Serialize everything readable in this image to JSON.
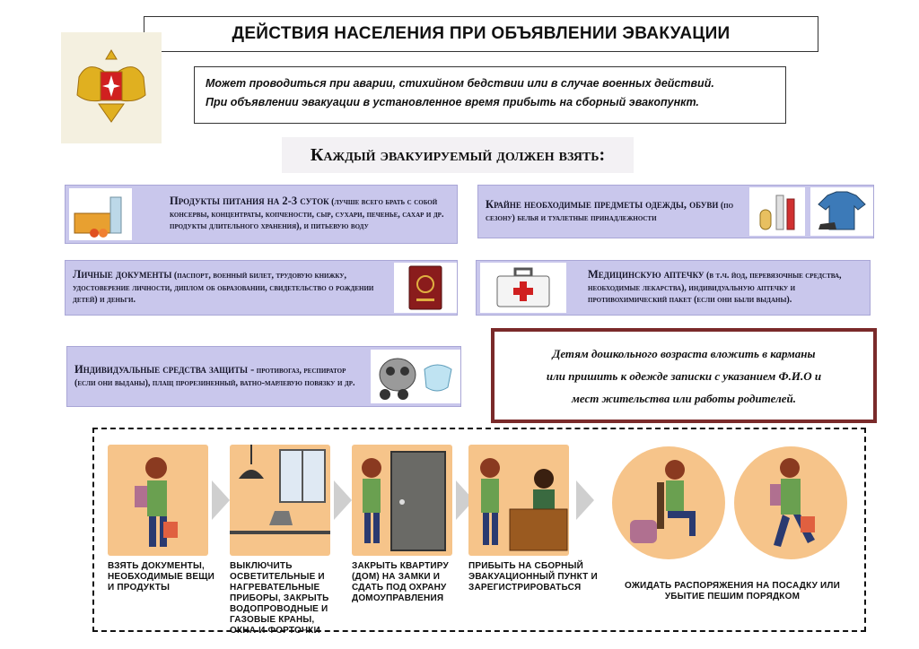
{
  "header": {
    "title": "ДЕЙСТВИЯ НАСЕЛЕНИЯ ПРИ ОБЪЯВЛЕНИИ ЭВАКУАЦИИ",
    "intro_line1": "Может проводиться при аварии, стихийном бедствии или в случае военных действий.",
    "intro_line2": "При объявлении эвакуации в установленное время прибыть на сборный эвакопункт."
  },
  "must_take": "Каждый эвакуируемый должен взять:",
  "items": {
    "food": {
      "lead": "Продукты питания на 2-3 суток",
      "text": "(лучше всего брать с собой консервы, концентраты, копчености, сыр, сухари, печенье, сахар и др. продукты длительного хранения), и питьевую воду"
    },
    "clothes": {
      "lead": "Крайне необходимые предметы одежды, обуви",
      "text": "(по сезону) белья и туалетные принадлежности"
    },
    "documents": {
      "lead": "Личные документы",
      "text": "(паспорт, военный билет, трудовую книжку, удостоверение личности, диплом об образовании, свидетельство о рождении детей) и деньги."
    },
    "medkit": {
      "lead": "Медицинскую аптечку",
      "text": "(в т.ч. йод, перевязочные средства, необходимые лекарства), индивидуальную аптечку и противохимический пакет (если они были выданы)."
    },
    "protection": {
      "lead": "Индивидуальные средства защиты -",
      "text": "противогаз, респиратор (если они выданы), плащ прорезиненный, ватно-марлевую повязку и др."
    }
  },
  "children_note": {
    "line1": "Детям дошкольного возраста вложить в карманы",
    "line2": "или пришить к одежде записки с указанием Ф.И.О и",
    "line3": "мест жительства или работы родителей."
  },
  "steps": [
    {
      "caption": "Взять документы, необходимые вещи и продукты"
    },
    {
      "caption": "Выключить осветительные и нагревательные приборы, закрыть водопроводные и газовые краны, окна и форточки"
    },
    {
      "caption": "Закрыть квартиру (дом) на замки и сдать под охрану домоуправления"
    },
    {
      "caption": "Прибыть на сборный эвакуационный пункт и зарегистрироваться"
    },
    {
      "caption": "Ожидать распоряжения на посадку или убытие пешим порядком"
    }
  ],
  "colors": {
    "card_bg": "#c9c7ec",
    "step_bg": "#f6c48a",
    "note_border": "#7a2a2a"
  },
  "icons": [
    "emblem-icon",
    "food-icon",
    "clothes-icon",
    "passport-icon",
    "medkit-icon",
    "gasmask-icon"
  ]
}
